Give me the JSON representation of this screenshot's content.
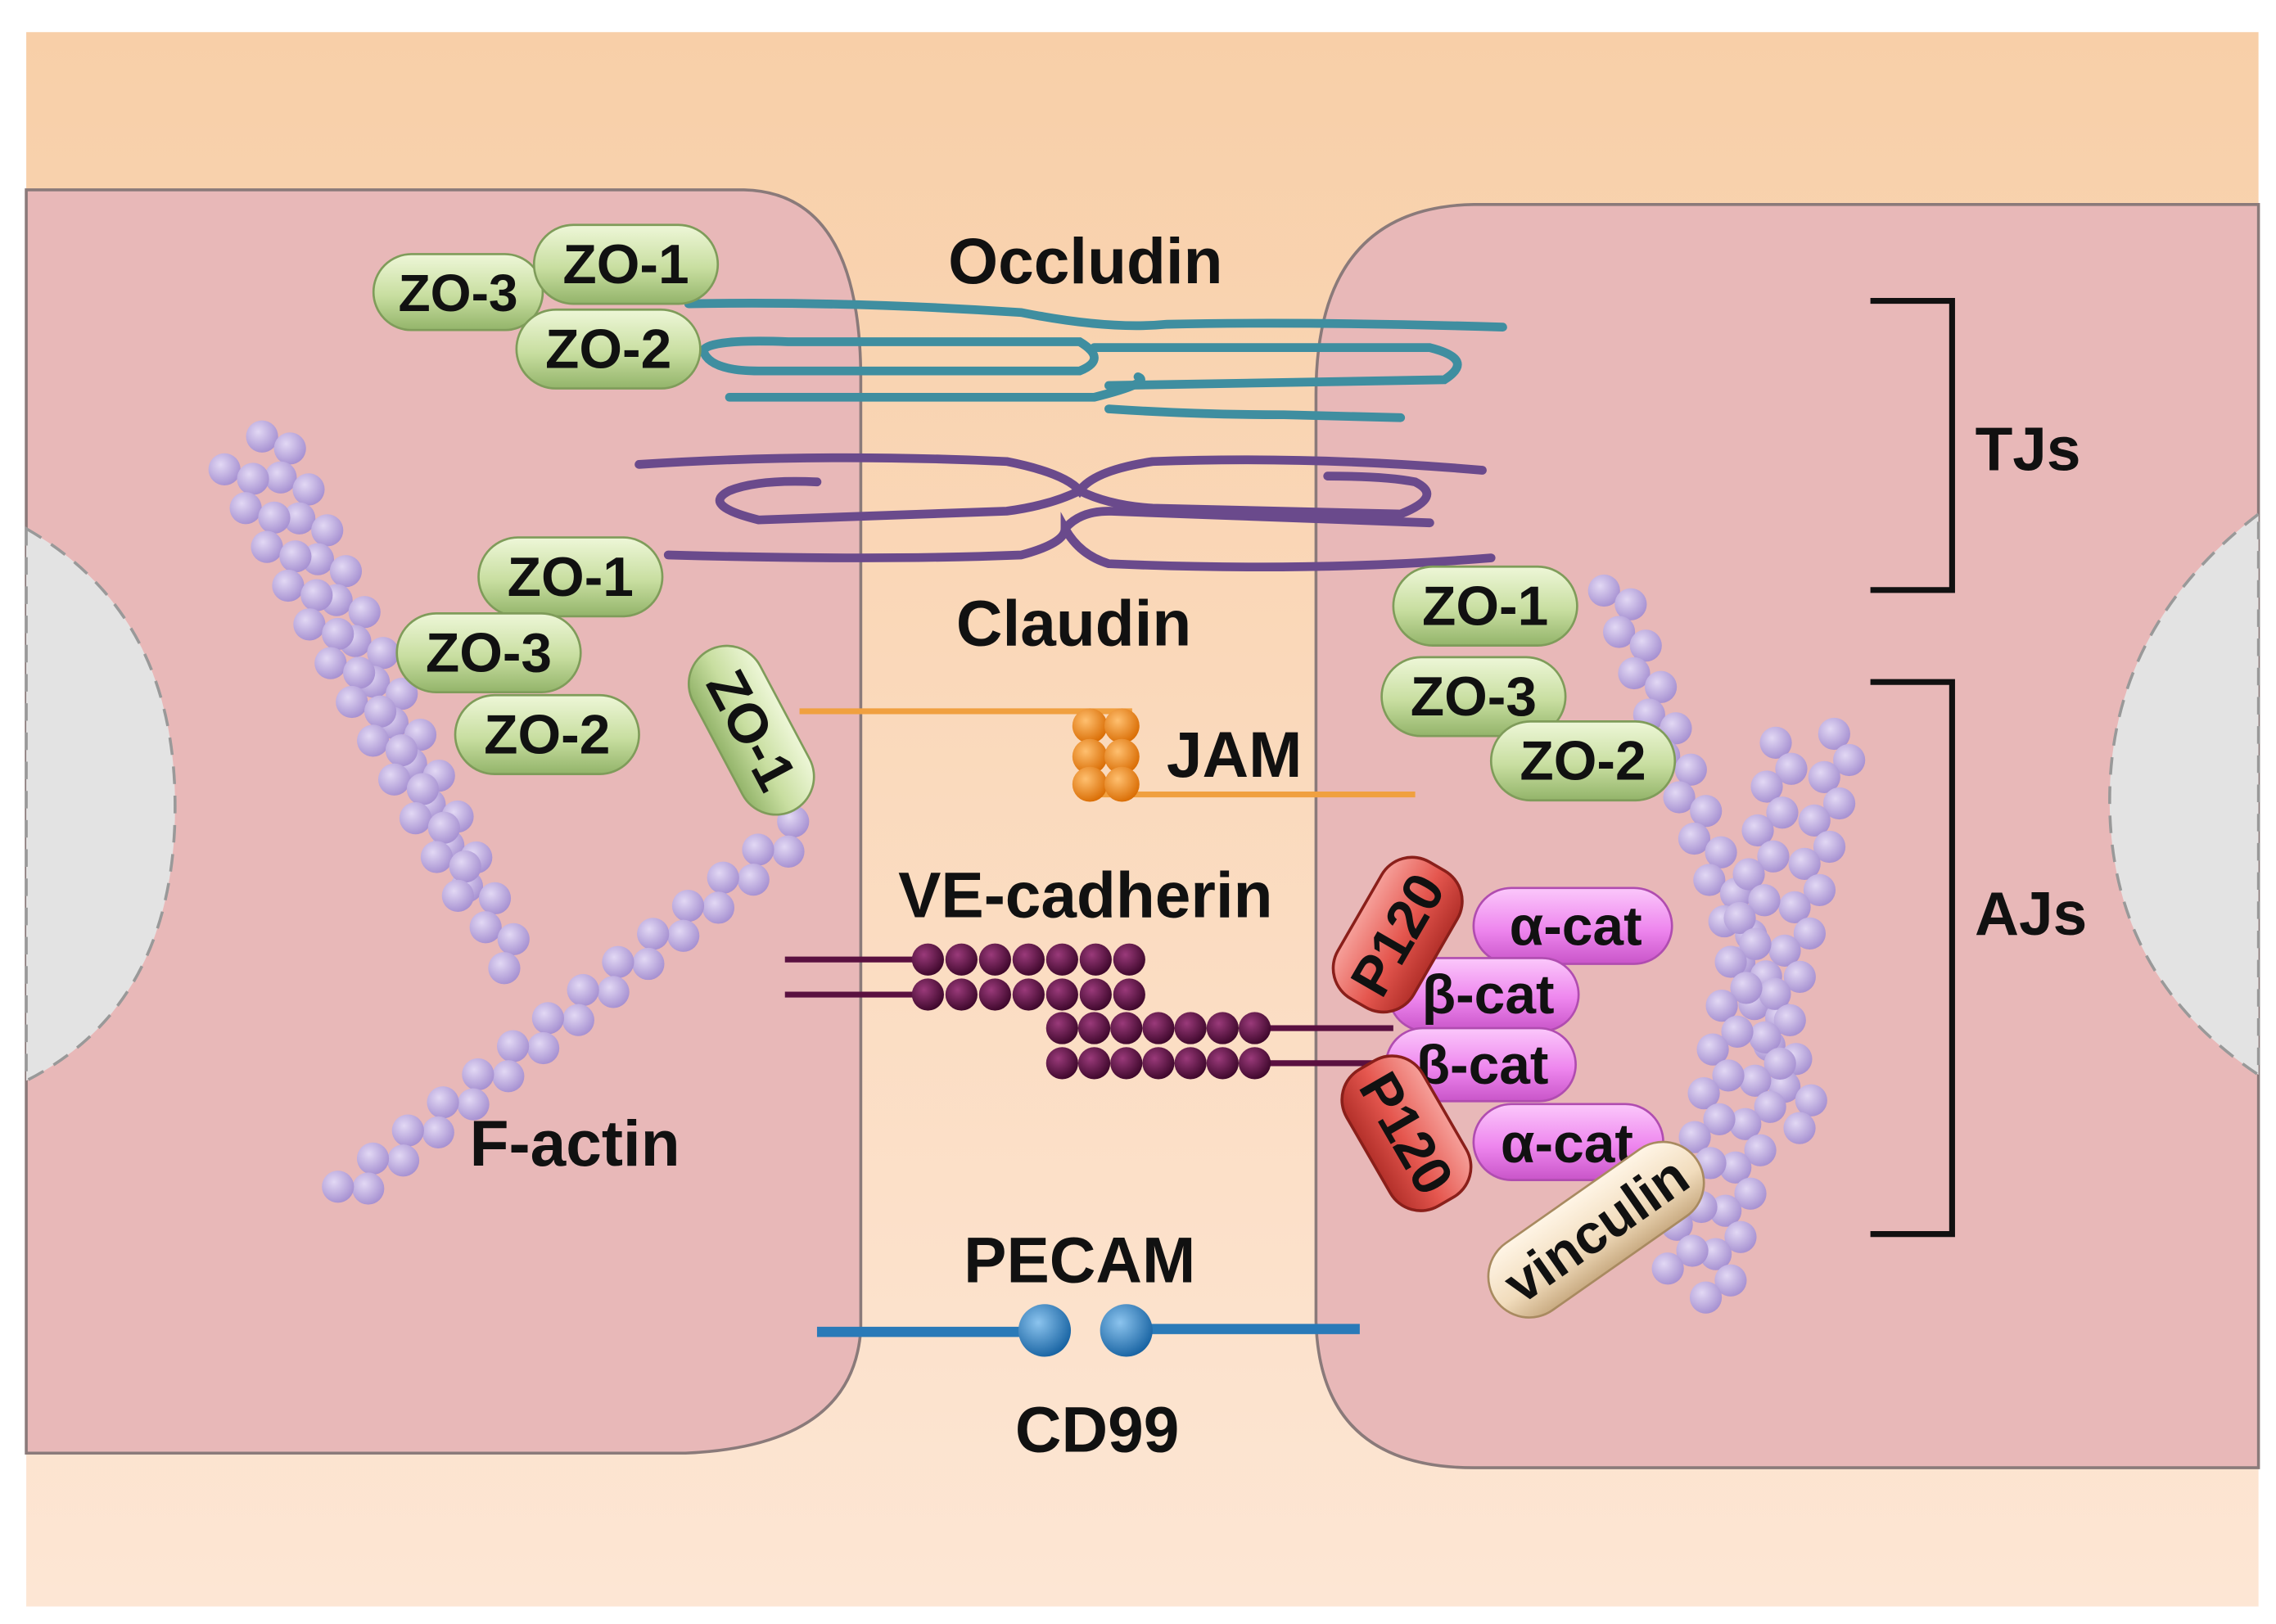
{
  "labels": {
    "occludin": "Occludin",
    "claudin": "Claudin",
    "jam": "JAM",
    "ve_cadherin": "VE-cadherin",
    "pecam": "PECAM",
    "cd99": "CD99",
    "f_actin": "F-actin",
    "tjs": "TJs",
    "ajs": "AJs"
  },
  "pills": {
    "zo1": "ZO-1",
    "zo2": "ZO-2",
    "zo3": "ZO-3",
    "p120": "P120",
    "alpha_cat": "α-cat",
    "beta_cat": "β-cat",
    "vinculin": "vinculin"
  },
  "colors": {
    "cell": "#e8b8b8",
    "junction_space": "#f9d8c0",
    "nucleus": "#e3e3e3",
    "zo_pill": "#cfe3a8",
    "p120_pill": "#e8645c",
    "catenin_pill": "#ee88ee",
    "vinculin_pill": "#f3dfc0",
    "occludin": "#3f8ea0",
    "claudin": "#6a4a8c",
    "jam_line": "#f0a040",
    "jam_bead": "#f08a1a",
    "cadherin": "#5a1040",
    "pecam_line": "#2a7ab8",
    "actin_bead": "#b9a6d8"
  }
}
